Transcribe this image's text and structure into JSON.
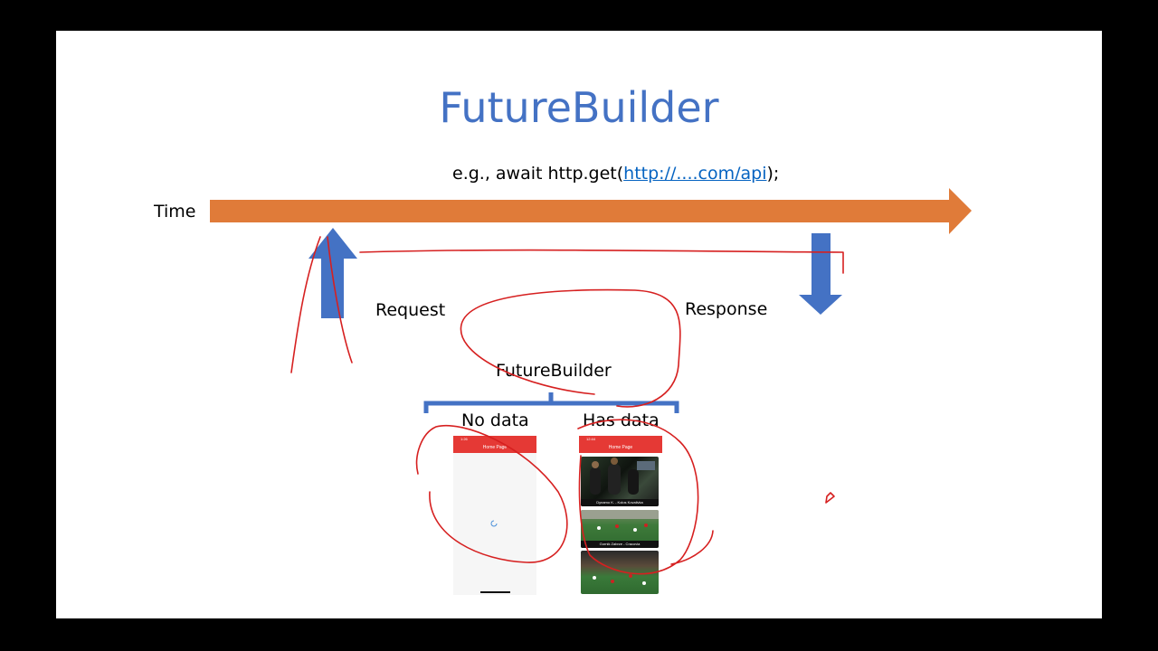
{
  "slide": {
    "title": "FutureBuilder",
    "code_prefix": "e.g., await http.get(",
    "code_link": "http://....com/api",
    "code_suffix": ");",
    "time_label": "Time",
    "request_label": "Request",
    "response_label": "Response",
    "builder_label": "FutureBuilder",
    "no_data_label": "No data",
    "has_data_label": "Has data"
  },
  "phone_no_data": {
    "status_time": "1:26",
    "app_title": "Home Page"
  },
  "phone_has_data": {
    "status_time": "12:44",
    "app_title": "Home Page",
    "tiles": [
      {
        "caption": "Dynamo K. - Kolos Kovalivka"
      },
      {
        "caption": "Gornik Zabrze - Cracovia"
      },
      {
        "caption": ""
      }
    ]
  },
  "colors": {
    "title": "#4472c4",
    "timeline_arrow": "#e07b39",
    "request_response_arrows": "#4472c4",
    "annotation_ink": "#d62020",
    "app_bar": "#e53935"
  }
}
